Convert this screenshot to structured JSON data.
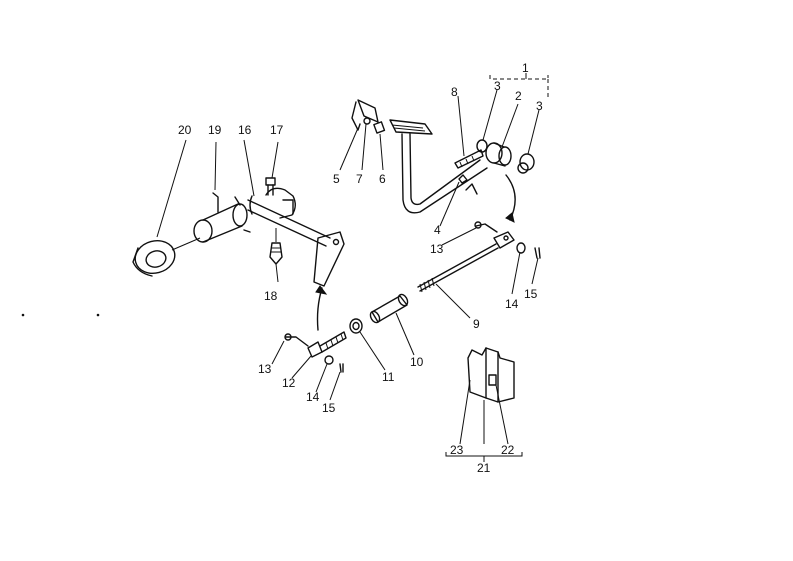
{
  "labels": {
    "p1": "1",
    "p2": "2",
    "p3a": "3",
    "p3b": "3",
    "p4": "4",
    "p5": "5",
    "p6": "6",
    "p7": "7",
    "p8": "8",
    "p9": "9",
    "p10": "10",
    "p11": "11",
    "p12": "12",
    "p13a": "13",
    "p13b": "13",
    "p14a": "14",
    "p14b": "14",
    "p15a": "15",
    "p15b": "15",
    "p16": "16",
    "p17": "17",
    "p18": "18",
    "p19": "19",
    "p20": "20",
    "p21": "21",
    "p22": "22",
    "p23": "23"
  }
}
